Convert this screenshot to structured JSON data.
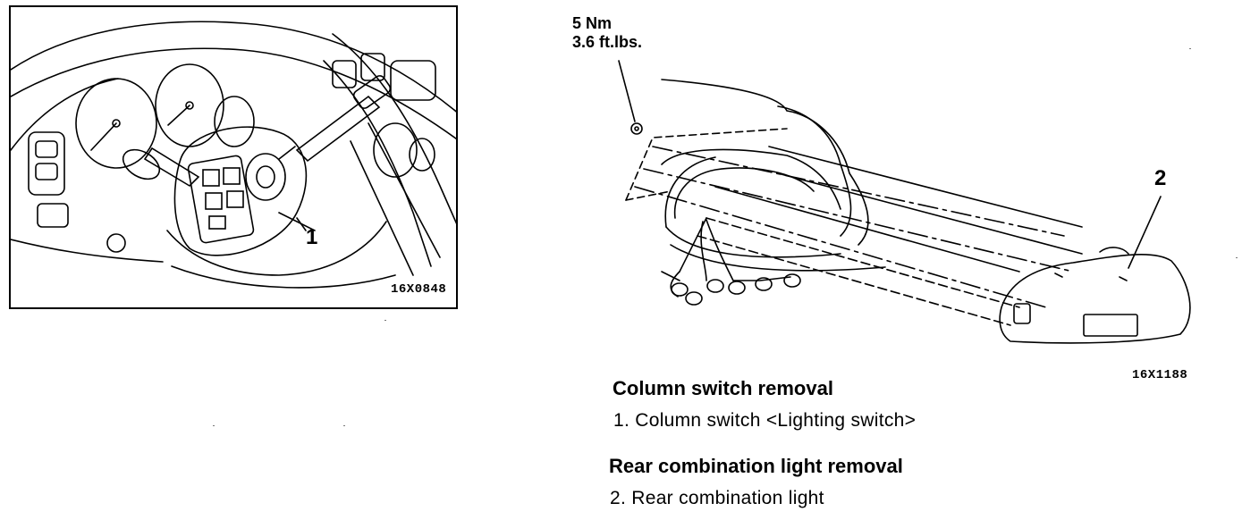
{
  "figure1": {
    "code": "16X0848",
    "callout": "1"
  },
  "figure2": {
    "code": "16X1188",
    "callout": "2",
    "torque_line1": "5 Nm",
    "torque_line2": "3.6 ft.lbs."
  },
  "section1": {
    "heading": "Column switch removal",
    "item": "1. Column switch <Lighting switch>"
  },
  "section2": {
    "heading": "Rear combination light removal",
    "item": "2. Rear combination light"
  }
}
